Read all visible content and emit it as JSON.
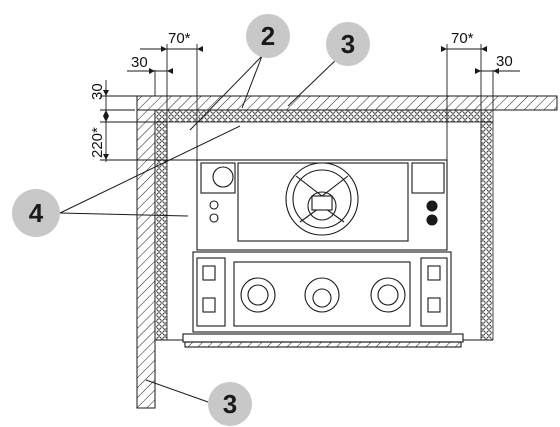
{
  "dimensions": {
    "top_left_clearance": "30",
    "top_left_offset": "70*",
    "top_right_offset": "70*",
    "top_right_clearance": "30",
    "vertical_insulation": "30",
    "vertical_clearance": "220*"
  },
  "callouts": {
    "insulation_top": "2",
    "wall_top": "3",
    "side_gap": "4",
    "wall_bottom": "3"
  },
  "colors": {
    "line": "#1a1a1a",
    "callout_fill": "#c8c8c8",
    "insulation_fill": "#ffffff"
  }
}
